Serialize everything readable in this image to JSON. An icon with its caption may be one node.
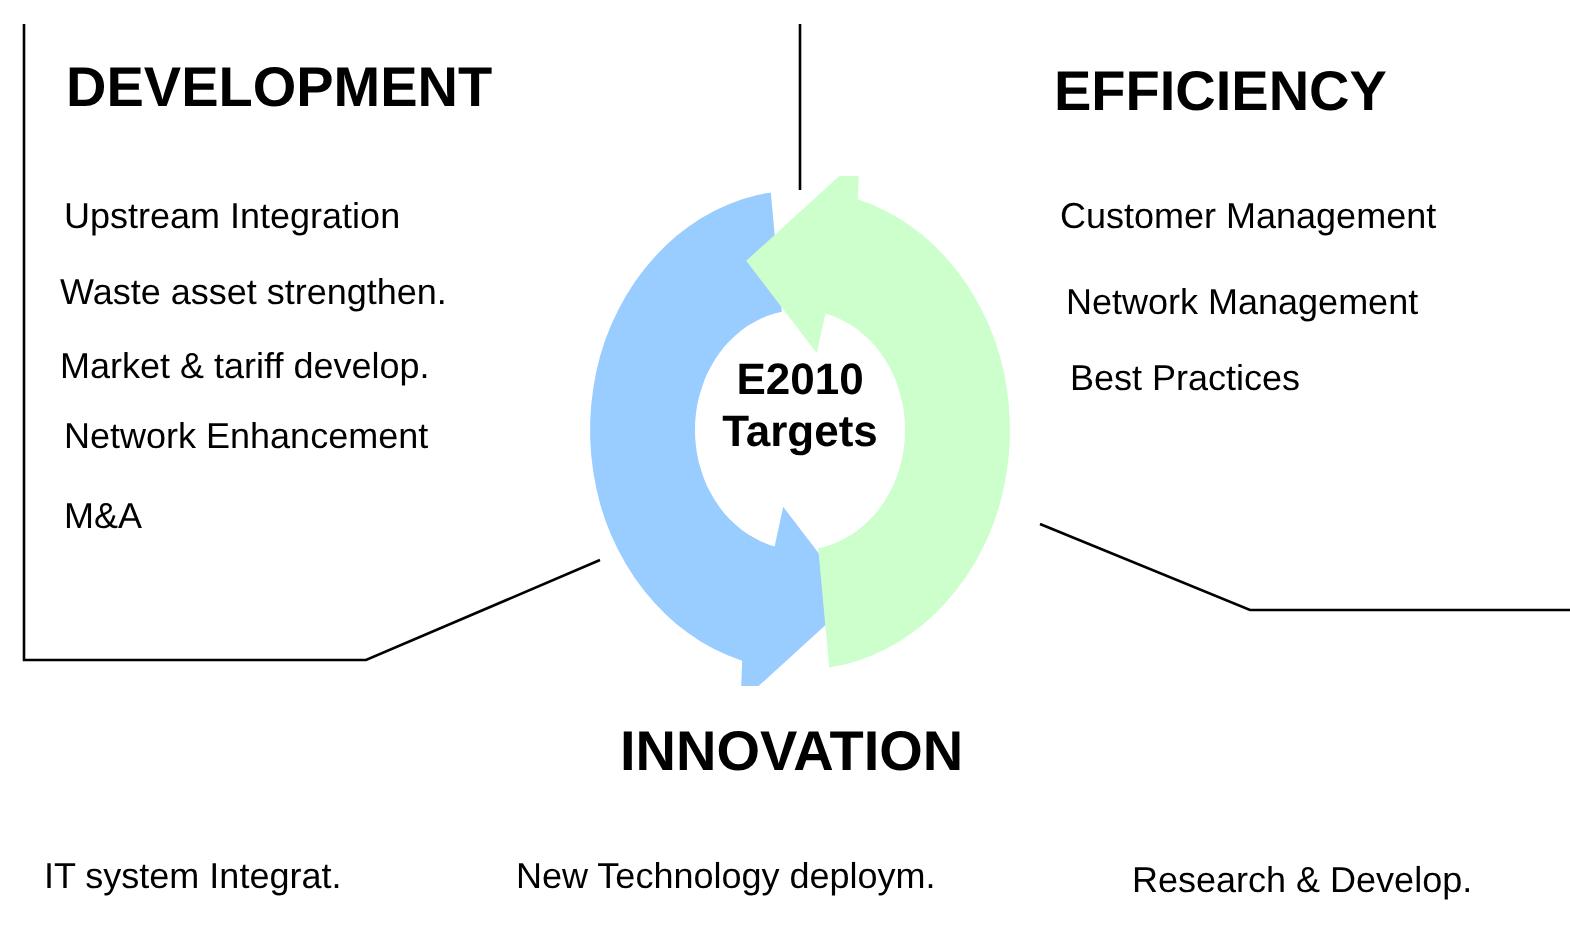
{
  "diagram": {
    "nodes": [
      {
        "text": [
          "DEVELOPMENT",
          "Upstream Integration",
          "Waste asset strengthen.",
          "Market & tariff develop.",
          "Network Enhancement",
          "M&A"
        ]
      },
      {
        "text": [
          "EFFICIENCY",
          "Customer Management",
          "Network Management",
          "Best Practices"
        ]
      },
      {
        "text": [
          "INNOVATION",
          "IT system Integrat.",
          "New Technology deploym.",
          "Research & Develop."
        ]
      },
      {
        "text": [
          "E2010 Targets"
        ]
      }
    ],
    "edges": []
  }
}
